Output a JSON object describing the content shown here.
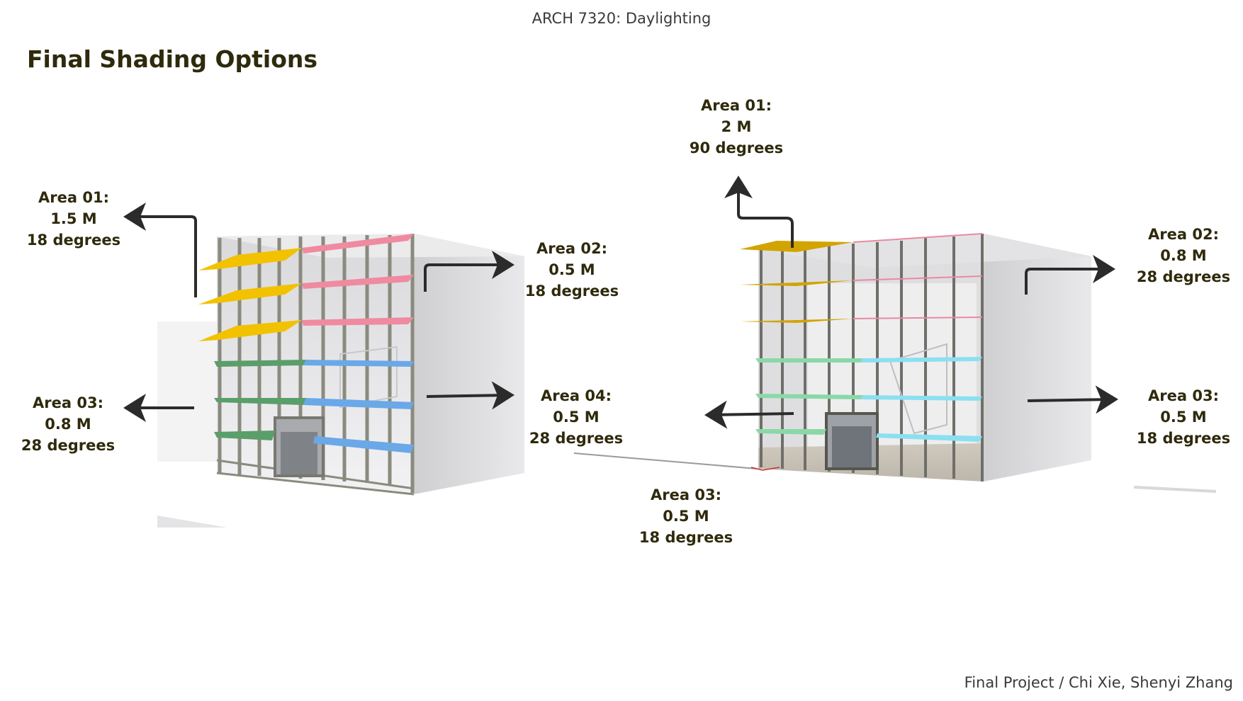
{
  "header": {
    "course": "ARCH 7320: Daylighting"
  },
  "page": {
    "title": "Final Shading Options"
  },
  "footer": {
    "credit": "Final Project / Chi Xie, Shenyi Zhang"
  },
  "colors": {
    "area01": "#f2c200",
    "area02": "#f08aa0",
    "area03": "#5a9e6a",
    "area04": "#6aa8e8",
    "right_area02": "#e88aa0",
    "right_area03": "#8ad8a8",
    "right_area04": "#8ae0f0",
    "arrow": "#2b2b2b"
  },
  "left_building": {
    "area01": {
      "name": "Area 01:",
      "depth": "1.5 M",
      "angle": "18 degrees"
    },
    "area02": {
      "name": "Area 02:",
      "depth": "0.5 M",
      "angle": "18 degrees"
    },
    "area03": {
      "name": "Area 03:",
      "depth": "0.8 M",
      "angle": "28 degrees"
    },
    "area04": {
      "name": "Area 04:",
      "depth": "0.5 M",
      "angle": "28 degrees"
    }
  },
  "right_building": {
    "area01": {
      "name": "Area 01:",
      "depth": "2 M",
      "angle": "90 degrees"
    },
    "area02": {
      "name": "Area 02:",
      "depth": "0.8 M",
      "angle": "28 degrees"
    },
    "area03_bottom": {
      "name": "Area 03:",
      "depth": "0.5 M",
      "angle": "18 degrees"
    },
    "area03_right": {
      "name": "Area 03:",
      "depth": "0.5 M",
      "angle": "18 degrees"
    }
  }
}
